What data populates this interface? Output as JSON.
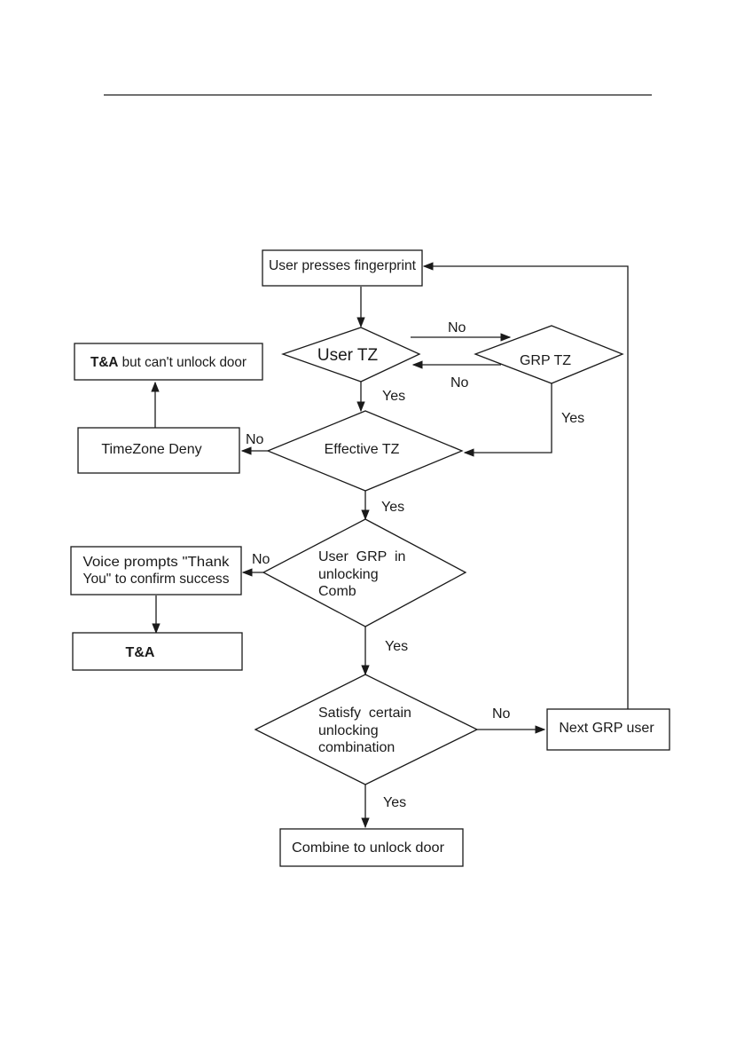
{
  "header": {
    "rule": true
  },
  "nodes": {
    "user_presses": "User presses fingerprint",
    "user_tz": "User TZ",
    "grp_tz": "GRP TZ",
    "ta_cant_unlock_bold": "T&A",
    "ta_cant_unlock_rest": " but can't unlock door",
    "timezone_deny": "TimeZone Deny",
    "effective_tz": "Effective TZ",
    "voice_prompt_line1": "Voice prompts \"Thank",
    "voice_prompt_line2": "You\" to confirm success",
    "user_grp_line1": "User  GRP  in",
    "user_grp_line2": "unlocking",
    "user_grp_line3": "Comb",
    "ta": "T&A",
    "satisfy_line1": "Satisfy  certain",
    "satisfy_line2": "unlocking",
    "satisfy_line3": "combination",
    "next_grp_user": "Next GRP user",
    "combine_unlock": "Combine to unlock door"
  },
  "edges": {
    "user_tz_no": "No",
    "grp_tz_no": "No",
    "user_tz_yes": "Yes",
    "grp_tz_yes": "Yes",
    "effective_no": "No",
    "effective_yes": "Yes",
    "user_grp_no": "No",
    "user_grp_yes": "Yes",
    "satisfy_no": "No",
    "satisfy_yes": "Yes"
  }
}
